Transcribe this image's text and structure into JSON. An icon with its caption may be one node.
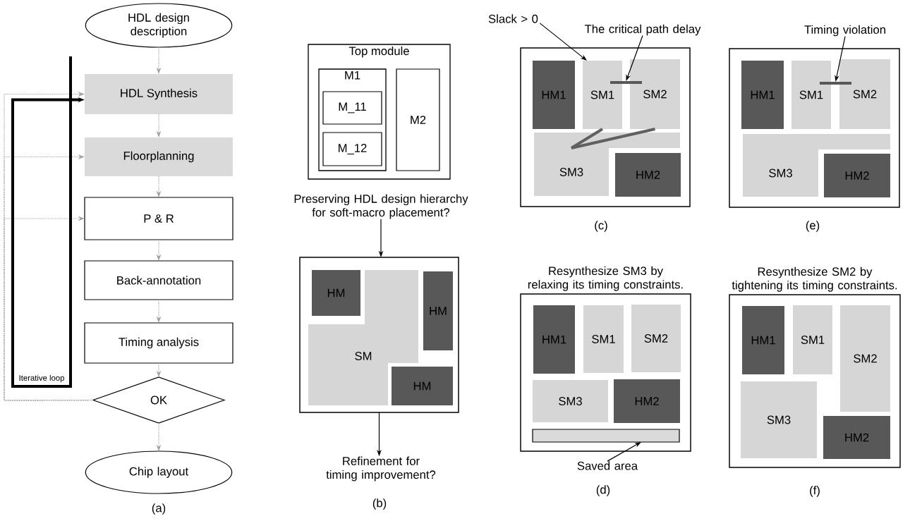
{
  "diagram": {
    "nodes": [
      {
        "text": [
          "HDL design description"
        ]
      },
      {
        "text": [
          "HDL Synthesis"
        ]
      },
      {
        "text": [
          "Floorplanning"
        ]
      },
      {
        "text": [
          "P & R"
        ]
      },
      {
        "text": [
          "Back-annotation"
        ]
      },
      {
        "text": [
          "Timing analysis"
        ]
      },
      {
        "text": [
          "OK"
        ]
      },
      {
        "text": [
          "Chip layout"
        ]
      },
      {
        "text": [
          "Top module"
        ]
      },
      {
        "text": [
          "M1"
        ],
        "in": 8
      },
      {
        "text": [
          "M_11"
        ],
        "in": 9
      },
      {
        "text": [
          "M_12"
        ],
        "in": 9
      },
      {
        "text": [
          "M2"
        ],
        "in": 8
      },
      {
        "text": [
          "Preserving HDL design hierarchy for soft-macro placement?"
        ]
      },
      {
        "text": [],
        "shape": "box"
      },
      {
        "text": [
          "HM"
        ],
        "in": 14
      },
      {
        "text": [
          "HM"
        ],
        "in": 14
      },
      {
        "text": [
          "SM"
        ],
        "in": 14
      },
      {
        "text": [
          "HM"
        ],
        "in": 14
      },
      {
        "text": [
          "Refinement for timing improvement?"
        ]
      },
      {
        "text": [
          "Slack > 0"
        ]
      },
      {
        "text": [
          "The critical path delay"
        ]
      },
      {
        "text": [],
        "shape": "box"
      },
      {
        "text": [
          "HM1"
        ],
        "in": 22
      },
      {
        "text": [
          "SM1"
        ],
        "in": 22
      },
      {
        "text": [
          "SM2"
        ],
        "in": 22
      },
      {
        "text": [],
        "shape": "bar",
        "in": 22
      },
      {
        "text": [
          "SM3"
        ],
        "in": 22
      },
      {
        "text": [
          "HM2"
        ],
        "in": 22
      },
      {
        "text": [
          "Timing violation"
        ]
      },
      {
        "text": [],
        "shape": "box"
      },
      {
        "text": [
          "HM1"
        ],
        "in": 30
      },
      {
        "text": [
          "SM1"
        ],
        "in": 30
      },
      {
        "text": [
          "SM2"
        ],
        "in": 30
      },
      {
        "text": [],
        "shape": "bar",
        "in": 30
      },
      {
        "text": [
          "SM3"
        ],
        "in": 30
      },
      {
        "text": [
          "HM2"
        ],
        "in": 30
      },
      {
        "text": [
          "Resynthesize SM3 by relaxing its timing constraints."
        ]
      },
      {
        "text": [
          "HM1"
        ],
        "in": 37
      },
      {
        "text": [
          "SM1"
        ],
        "in": 37
      },
      {
        "text": [
          "SM2"
        ],
        "in": 37
      },
      {
        "text": [
          "SM3"
        ],
        "in": 37
      },
      {
        "text": [
          "HM2"
        ],
        "in": 37
      },
      {
        "text": [],
        "shape": "bar",
        "in": 37
      },
      {
        "text": [
          "Saved area"
        ]
      },
      {
        "text": [
          "Resynthesize SM2 by tightening its timing constraints."
        ]
      },
      {
        "text": [
          "HM1"
        ],
        "in": 45
      },
      {
        "text": [
          "SM1"
        ],
        "in": 45
      },
      {
        "text": [
          "SM2"
        ],
        "in": 45
      },
      {
        "text": [
          "SM3"
        ],
        "in": 45
      },
      {
        "text": [
          "HM2"
        ],
        "in": 45
      }
    ],
    "edges": [
      {
        "from": 0,
        "to": 1,
        "arrow": "to",
        "style": "dashed",
        "color": "#a0a0a0"
      },
      {
        "from": 1,
        "to": 2,
        "arrow": "to",
        "style": "dashed",
        "color": "#a0a0a0"
      },
      {
        "from": 2,
        "to": 3,
        "arrow": "to",
        "style": "dashed",
        "color": "#a0a0a0"
      },
      {
        "from": 3,
        "to": 4,
        "arrow": "to",
        "style": "dashed",
        "color": "#a0a0a0"
      },
      {
        "from": 4,
        "to": 5,
        "arrow": "to",
        "style": "dashed",
        "color": "#a0a0a0"
      },
      {
        "from": 5,
        "to": 6,
        "arrow": "to",
        "style": "dashed",
        "color": "#a0a0a0"
      },
      {
        "from": 6,
        "to": 7,
        "arrow": "to",
        "style": "dashed",
        "color": "#a0a0a0"
      },
      {
        "from": 6,
        "to": 1,
        "arrow": "to",
        "style": "dashed",
        "color": "#a0a0a0"
      },
      {
        "from": 6,
        "to": 2,
        "arrow": "to",
        "style": "dashed",
        "color": "#a0a0a0"
      },
      {
        "from": 6,
        "to": 3,
        "arrow": "to",
        "style": "dashed",
        "color": "#a0a0a0"
      },
      {
        "from": null,
        "to": 1,
        "arrow": "to",
        "style": "thick",
        "color": "#000000",
        "label": "Iterative loop"
      },
      {
        "from": 13,
        "to": 14,
        "arrow": "to",
        "color": "#000000"
      },
      {
        "from": 14,
        "to": 19,
        "arrow": "to",
        "color": "#000000"
      },
      {
        "from": 20,
        "to": 24,
        "arrow": "to",
        "color": "#000000"
      },
      {
        "from": 21,
        "to": 26,
        "arrow": "to",
        "color": "#000000"
      },
      {
        "from": 27,
        "to": 24,
        "arrow": "none",
        "style": "thick",
        "color": "#606060"
      },
      {
        "from": 27,
        "to": 25,
        "arrow": "none",
        "style": "thick",
        "color": "#606060"
      },
      {
        "from": 29,
        "to": 34,
        "arrow": "to",
        "color": "#000000"
      },
      {
        "from": 44,
        "to": 43,
        "arrow": "to",
        "color": "#000000"
      }
    ],
    "labels": [
      "(a)",
      "(b)",
      "(c)",
      "(e)",
      "(d)",
      "(f)"
    ]
  }
}
